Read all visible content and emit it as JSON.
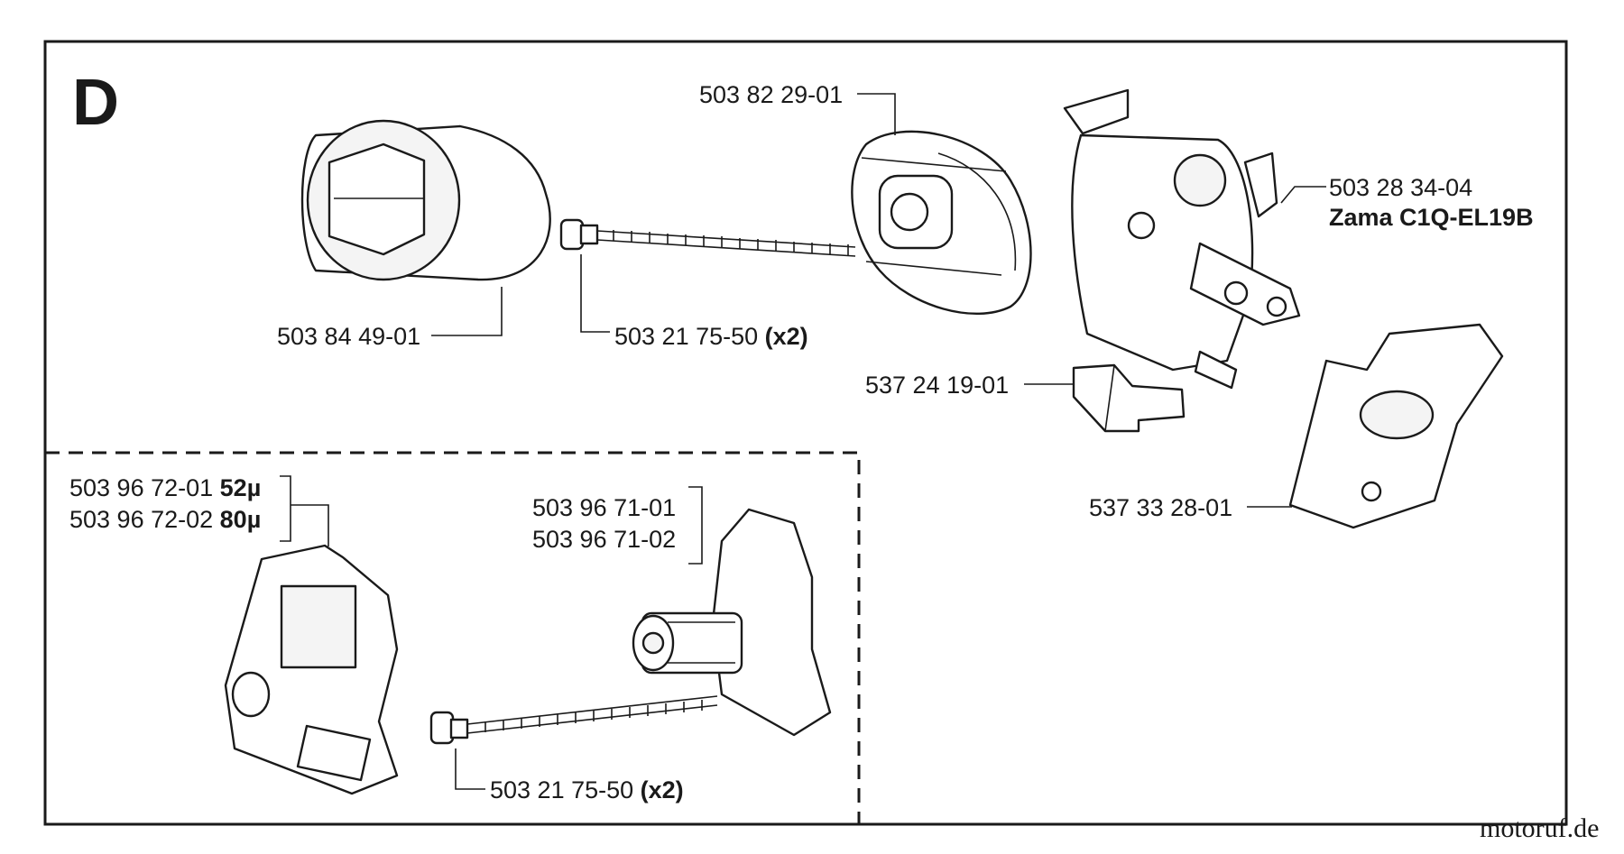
{
  "section_letter": "D",
  "labels": {
    "filter": "503 84 49-01",
    "screw_top_part": "503 21 75-50",
    "screw_top_qty": "(x2)",
    "adapter": "503 82 29-01",
    "carburetor_part": "503 28 34-04",
    "carburetor_model": "Zama C1Q-EL19B",
    "block": "537 24 19-01",
    "gasket": "537 33 28-01",
    "spacer_a_part": "503 96 72-01",
    "spacer_a_size": "52µ",
    "spacer_b_part": "503 96 72-02",
    "spacer_b_size": "80µ",
    "holder_a": "503 96 71-01",
    "holder_b": "503 96 71-02",
    "screw_bottom_part": "503 21 75-50",
    "screw_bottom_qty": "(x2)"
  },
  "watermark": "motoruf.de"
}
